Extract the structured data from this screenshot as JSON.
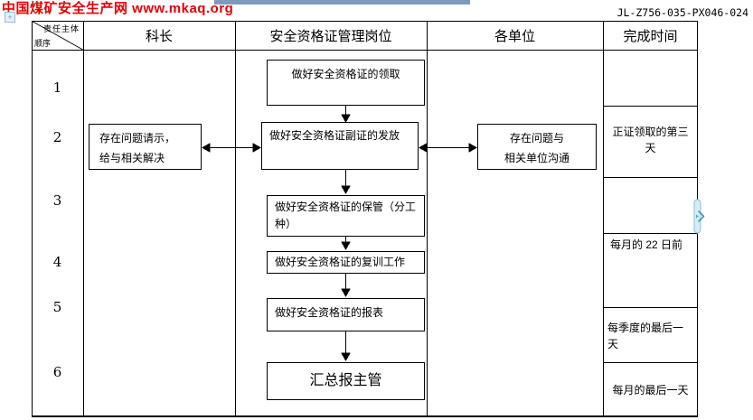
{
  "banner": {
    "site_text": "中国煤矿安全生产网 www.mkaq.org"
  },
  "doc": {
    "number": "JL-Z756-035-PX046-024"
  },
  "icons": {
    "table_move_handle": "+"
  },
  "colors": {
    "banner_red": "#e60000",
    "top_bar_blue": "#7d9abe",
    "scroll_marker_blue": "#85c2da",
    "line_black": "#000000"
  },
  "table": {
    "corner": {
      "top": "责任主体",
      "bottom": "顺序"
    },
    "headers": {
      "col1": "科长",
      "col2": "安全资格证管理岗位",
      "col3": "各单位",
      "col4": "完成时间"
    },
    "steps": {
      "s1": "1",
      "s2": "2",
      "s3": "3",
      "s4": "4",
      "s5": "5",
      "s6": "6"
    },
    "flow": {
      "receive": "做好安全资格证的领取",
      "issue": "做好安全资格证副证的发放",
      "problem_left": {
        "line1": "存在问题请示，",
        "line2": "给与相关解决"
      },
      "problem_right": {
        "line1": "存在问题与",
        "line2": "相关单位沟通"
      },
      "keep": "做好安全资格证的保管（分工种）",
      "retrain": "做好安全资格证的复训工作",
      "report": "做好安全资格证的报表",
      "summary": "汇总报主管"
    },
    "deadlines": {
      "issue_time": "正证领取的第三天",
      "retrain_time": "每月的 22 日前",
      "report_time": "每季度的最后一天",
      "summary_time": "每月的最后一天"
    }
  }
}
